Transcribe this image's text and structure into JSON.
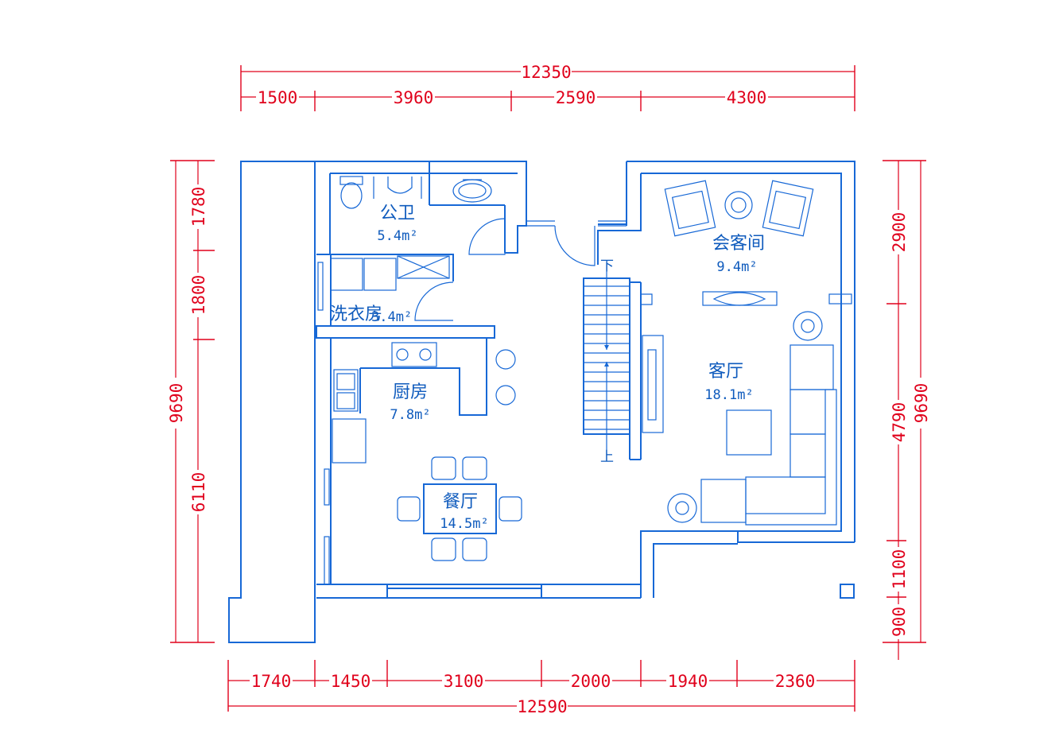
{
  "colors": {
    "dimension": "#e0001b",
    "walls": "#1768d6",
    "text": "#0f5bbd",
    "background": "#ffffff"
  },
  "dimensions": {
    "top_total": "12350",
    "top_segments": [
      "1500",
      "3960",
      "2590",
      "4300"
    ],
    "bottom_segments": [
      "1740",
      "1450",
      "3100",
      "2000",
      "1940",
      "2360"
    ],
    "bottom_total": "12590",
    "left_total": "9690",
    "left_segments": [
      "1780",
      "1800",
      "6110"
    ],
    "right_total": "9690",
    "right_segments": [
      "2900",
      "4790",
      "1100",
      "900"
    ]
  },
  "rooms": [
    {
      "name": "公卫",
      "area": "5.4m²"
    },
    {
      "name": "洗衣房",
      "area": "3.4m²"
    },
    {
      "name": "厨房",
      "area": "7.8m²"
    },
    {
      "name": "餐厅",
      "area": "14.5m²"
    },
    {
      "name": "会客间",
      "area": "9.4m²"
    },
    {
      "name": "客厅",
      "area": "18.1m²"
    }
  ],
  "stairs": {
    "down": "下",
    "up": "上"
  }
}
